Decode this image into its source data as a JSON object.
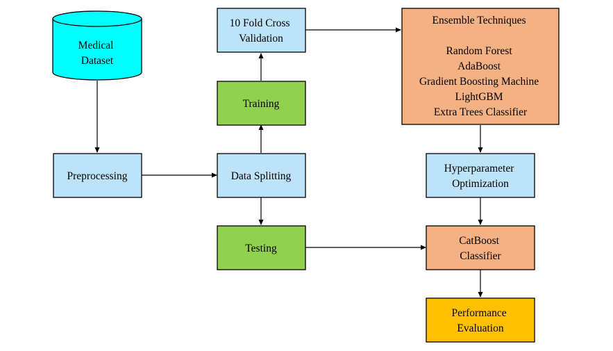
{
  "colors": {
    "cylinder_fill": "#00FFFF",
    "blue_fill": "#BDE3F8",
    "green_fill": "#92D050",
    "orange_fill": "#F4B183",
    "gold_fill": "#FFC000",
    "stroke": "#000000"
  },
  "nodes": {
    "medical_dataset": {
      "lines": [
        "Medical",
        "Dataset"
      ]
    },
    "preprocessing": {
      "lines": [
        "Preprocessing"
      ]
    },
    "data_splitting": {
      "lines": [
        "Data Splitting"
      ]
    },
    "training": {
      "lines": [
        "Training"
      ]
    },
    "testing": {
      "lines": [
        "Testing"
      ]
    },
    "cross_validation": {
      "lines": [
        "10 Fold Cross",
        "Validation"
      ]
    },
    "ensemble": {
      "lines": [
        "Ensemble Techniques",
        "",
        "Random Forest",
        "AdaBoost",
        "Gradient Boosting Machine",
        "LightGBM",
        "Extra Trees Classifier"
      ]
    },
    "hyperparameter": {
      "lines": [
        "Hyperparameter",
        "Optimization"
      ]
    },
    "catboost": {
      "lines": [
        "CatBoost",
        "Classifier"
      ]
    },
    "performance": {
      "lines": [
        "Performance",
        "Evaluation"
      ]
    }
  },
  "edges": [
    {
      "from": "medical_dataset",
      "to": "preprocessing"
    },
    {
      "from": "preprocessing",
      "to": "data_splitting"
    },
    {
      "from": "data_splitting",
      "to": "training"
    },
    {
      "from": "data_splitting",
      "to": "testing"
    },
    {
      "from": "training",
      "to": "cross_validation"
    },
    {
      "from": "cross_validation",
      "to": "ensemble"
    },
    {
      "from": "ensemble",
      "to": "hyperparameter"
    },
    {
      "from": "hyperparameter",
      "to": "catboost"
    },
    {
      "from": "testing",
      "to": "catboost"
    },
    {
      "from": "catboost",
      "to": "performance"
    }
  ]
}
